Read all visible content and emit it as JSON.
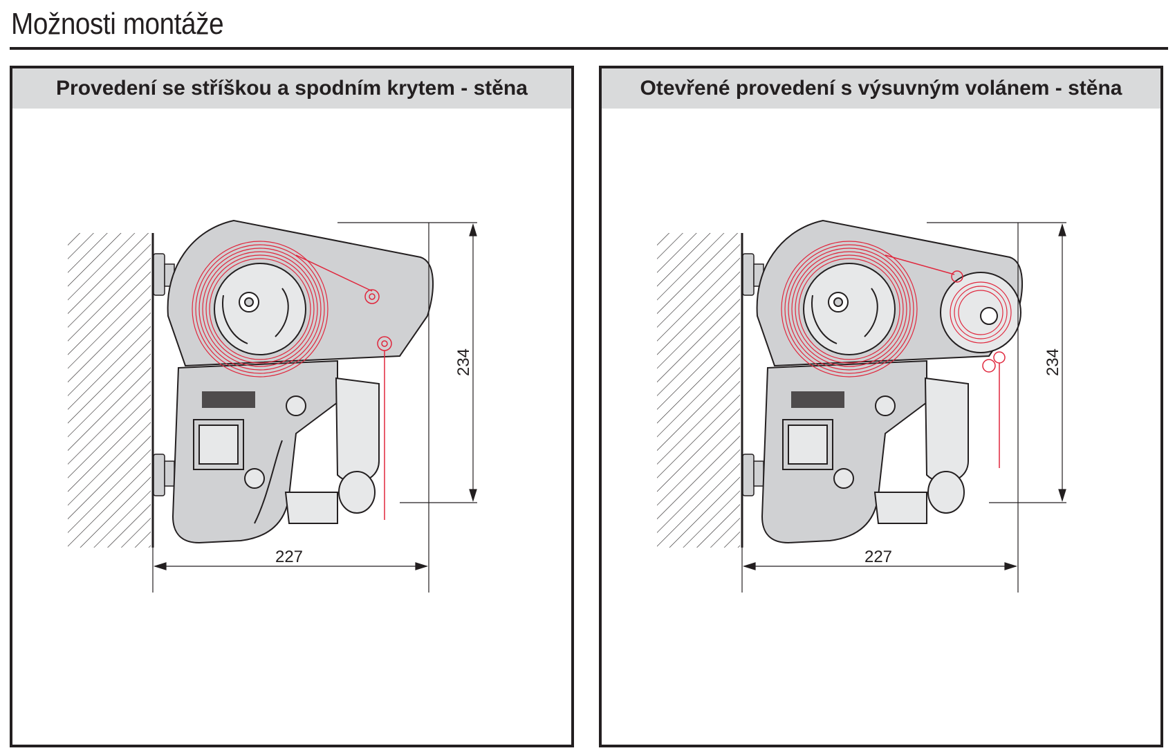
{
  "page": {
    "title": "Možnosti montáže"
  },
  "panels": [
    {
      "id": "left",
      "header": "Provedení se stříškou a spodním krytem - stěna",
      "dim_width": "227",
      "dim_height": "234",
      "variant": "cover"
    },
    {
      "id": "right",
      "header": "Otevřené provedení s výsuvným volánem - stěna",
      "dim_width": "227",
      "dim_height": "234",
      "variant": "valance"
    }
  ],
  "colors": {
    "housing": "#d0d1d3",
    "fabric": "#e0263c",
    "line": "#231f20",
    "header_bg": "#d9dadb"
  }
}
